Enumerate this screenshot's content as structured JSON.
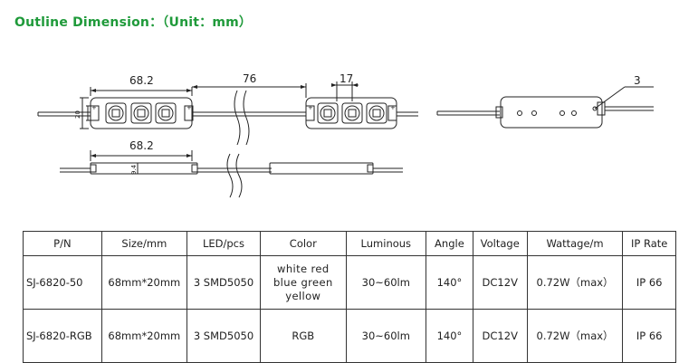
{
  "heading": {
    "label": "Outline Dimension",
    "colon": "：",
    "unit": "（Unit：mm）"
  },
  "drawing": {
    "dim_total": "68.2",
    "dim_gap": "76",
    "dim_pitch": "17",
    "dim_hole": "3",
    "dim_height": "9.4",
    "dim_width_side": "20",
    "dim_total_side": "68.2"
  },
  "table": {
    "headers": [
      "P/N",
      "Size/mm",
      "LED/pcs",
      "Color",
      "Luminous",
      "Angle",
      "Voltage",
      "Wattage/m",
      "IP Rate"
    ],
    "rows": [
      {
        "pn": "SJ-6820-50",
        "size": "68mm*20mm",
        "led": "3 SMD5050",
        "color_lines": [
          "white red",
          "blue green",
          "yellow"
        ],
        "luminous": "30~60lm",
        "angle": "140°",
        "voltage": "DC12V",
        "wattage": "0.72W（max）",
        "ip": "IP 66"
      },
      {
        "pn": "SJ-6820-RGB",
        "size": "68mm*20mm",
        "led": "3 SMD5050",
        "color": "RGB",
        "luminous": "30~60lm",
        "angle": "140°",
        "voltage": "DC12V",
        "wattage": "0.72W（max）",
        "ip": "IP 66"
      }
    ]
  }
}
